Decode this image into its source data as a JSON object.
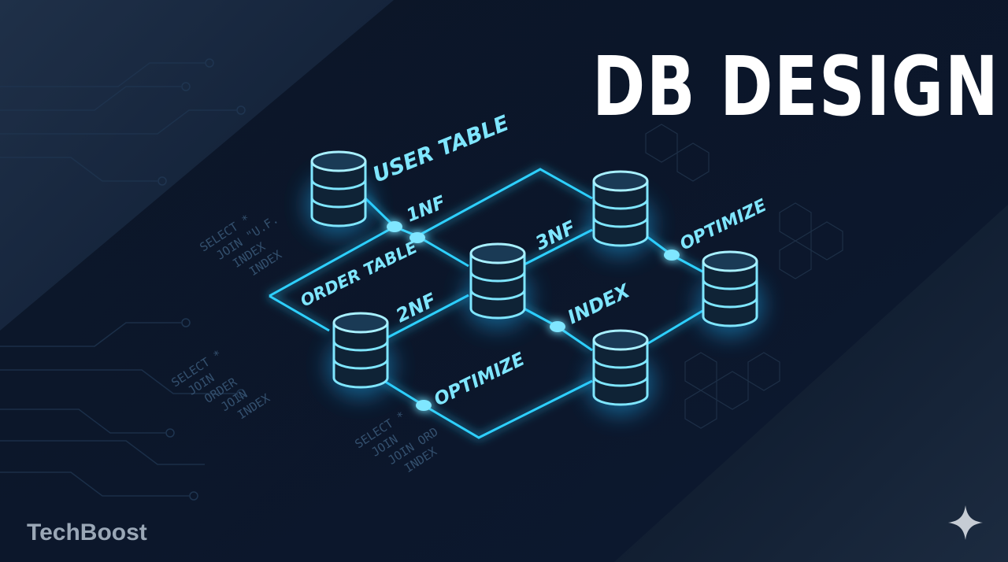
{
  "title": "DB DESIGN",
  "brand": "TechBoost",
  "colors": {
    "accent": "#2fd0ff",
    "glow": "#1fb6ff",
    "background": "#0e1a2c",
    "title": "#ffffff"
  },
  "diagram": {
    "labels": {
      "user_table": "USER TABLE",
      "order_table": "ORDER TABLE",
      "nf1": "1NF",
      "nf2": "2NF",
      "nf3": "3NF",
      "index": "INDEX",
      "optimize_right": "OPTIMIZE",
      "optimize_bottom": "OPTIMIZE"
    }
  },
  "background_code": {
    "block1": [
      "SELECT *",
      "JOIN \"U.F.",
      "INDEX",
      "INDEX"
    ],
    "block2": [
      "SELECT *",
      "JOIN",
      "ORDER",
      "JOIN",
      "INDEX"
    ],
    "block3": [
      "SELECT *",
      "JOIN",
      "JOIN ORD",
      "INDEX"
    ]
  },
  "icons": {
    "database": "database-icon",
    "sparkle": "sparkle-icon"
  }
}
